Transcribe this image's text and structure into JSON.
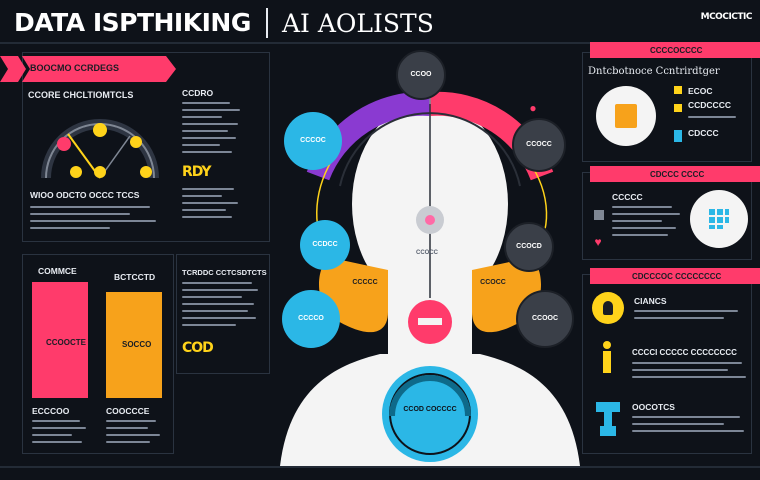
{
  "header": {
    "title": "DATA ISPTHIKING",
    "subtitle": "AI AOLISTS",
    "tag": "MCOCICTIC"
  },
  "left": {
    "ribbon_label": "BOOCMO CCRDEGS",
    "gauge_title": "CCORE CHCLTIOMTCLS",
    "gauge_caption": "WIOO ODCTO OCCC TCCS",
    "small_header": "CCDRO",
    "col1_title": "COMMCE",
    "col2_title": "BCTCCTD",
    "bar1_label": "CCOOCTE",
    "bar2_label": "SOCCO",
    "foot1": "ECCCOO",
    "foot2": "COOCCCE",
    "list1_title": "TCRDDC CCTCSDTCTS",
    "hl1": "RDY",
    "hl2": "COD"
  },
  "center": {
    "bubble_top": "CCOO",
    "bubble_left1": "CCCOC",
    "bubble_left2": "CCDCC",
    "bubble_left3": "CCCCO",
    "bubble_right1": "CCOCC",
    "bubble_right2": "CCOCD",
    "bubble_right3": "CCOOC",
    "bubble_bottom": "CCOD COCCCC",
    "ear_left": "CCCCC",
    "ear_right": "CCOCC",
    "neck_label": "CCOCC"
  },
  "right": {
    "top_tab": "CCCCOCCCC",
    "title": "Dntcbotnoce Ccntrirdtger",
    "item1": "ECOC",
    "item2": "CCDCCCC",
    "item3": "CDCCC",
    "section2": "CDCCC CCCC",
    "item4": "CCCCC",
    "section3": "CDCCCOC CCCCCCCC",
    "label_a": "CIANCS",
    "label_b": "CCCCI CCCCC CCCCCCCC",
    "label_c": "OOCOTCS"
  },
  "colors": {
    "pink": "#ff3b6b",
    "orange": "#f7a21b",
    "cyan": "#2bb7e6",
    "purple": "#8a3ad1",
    "yellow": "#ffd31a",
    "dark_circle": "#3a3f48"
  }
}
